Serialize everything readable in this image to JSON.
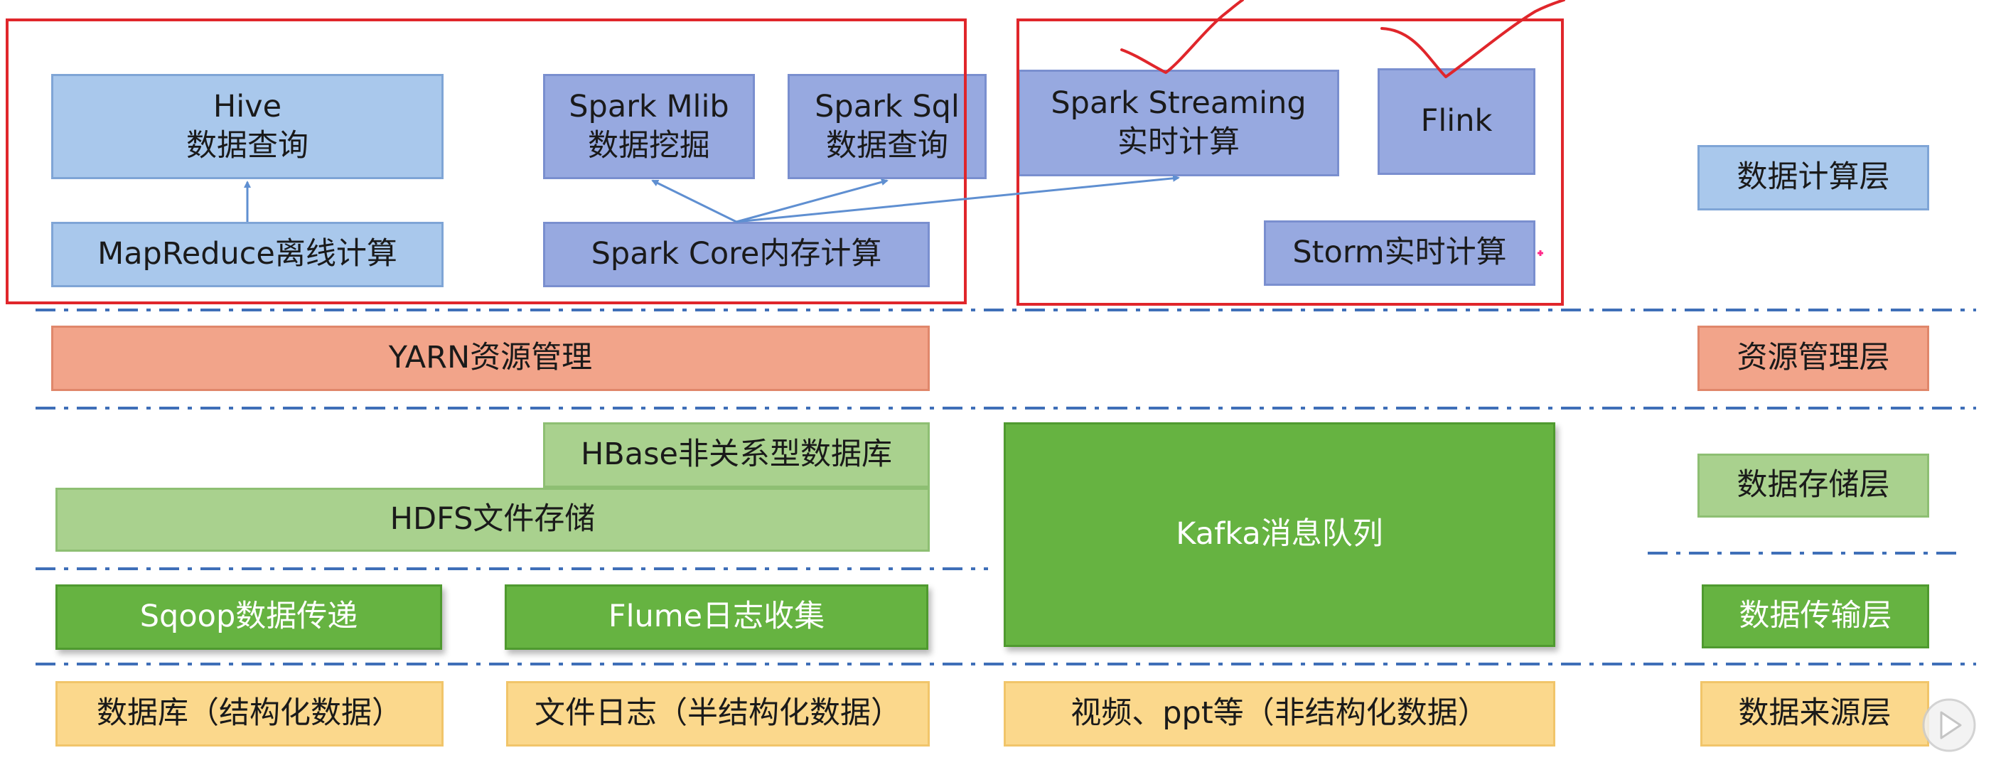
{
  "compute": {
    "hive": [
      "Hive",
      "数据查询"
    ],
    "mapreduce": "MapReduce离线计算",
    "spark_mlib": [
      "Spark Mlib",
      "数据挖掘"
    ],
    "spark_sql": [
      "Spark Sql",
      "数据查询"
    ],
    "spark_core": "Spark Core内存计算",
    "spark_streaming": [
      "Spark Streaming",
      "实时计算"
    ],
    "flink": "Flink",
    "storm": "Storm实时计算"
  },
  "resource": {
    "yarn": "YARN资源管理"
  },
  "storage": {
    "hbase": "HBase非关系型数据库",
    "hdfs": "HDFS文件存储",
    "kafka": "Kafka消息队列"
  },
  "transfer": {
    "sqoop": "Sqoop数据传递",
    "flume": "Flume日志收集"
  },
  "sources": {
    "database": "数据库（结构化数据）",
    "logs": "文件日志（半结构化数据）",
    "media": "视频、ppt等（非结构化数据）"
  },
  "layers": {
    "compute": "数据计算层",
    "resource": "资源管理层",
    "storage": "数据存储层",
    "transfer": "数据传输层",
    "source": "数据来源层"
  },
  "colors": {
    "compute_light": "#a9c8ec",
    "compute_dark": "#97a9e0",
    "resource": "#f2a48a",
    "storage": "#a9d18e",
    "transfer": "#66b341",
    "source": "#fbd88c",
    "annotation_red": "#e0262b",
    "divider": "#3f6fb8"
  }
}
